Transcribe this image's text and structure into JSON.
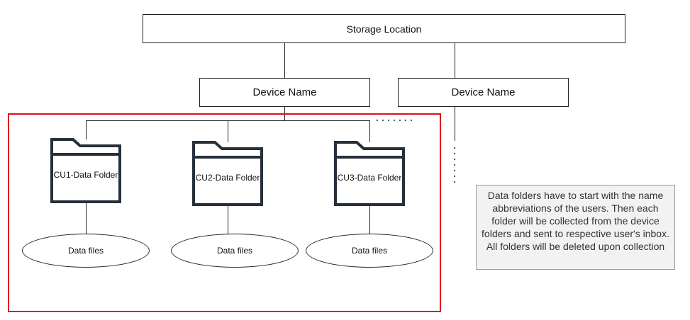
{
  "storage_location": {
    "label": "Storage Location"
  },
  "devices": [
    {
      "label": "Device Name"
    },
    {
      "label": "Device Name"
    }
  ],
  "folders": [
    {
      "label": "CU1-Data Folder",
      "files_label": "Data files"
    },
    {
      "label": "CU2-Data Folder",
      "files_label": "Data files"
    },
    {
      "label": "CU3-Data Folder",
      "files_label": "Data files"
    }
  ],
  "note": {
    "text": "Data folders have to start with the name abbreviations of the users. Then each folder will be collected from the device folders and sent to respective user's inbox. All folders will be deleted upon collection"
  },
  "colors": {
    "highlight_border": "#e01010",
    "line": "#222222",
    "folder_stroke": "#26303b",
    "note_background": "#f2f2f2",
    "dots": "#4a5a7a"
  }
}
